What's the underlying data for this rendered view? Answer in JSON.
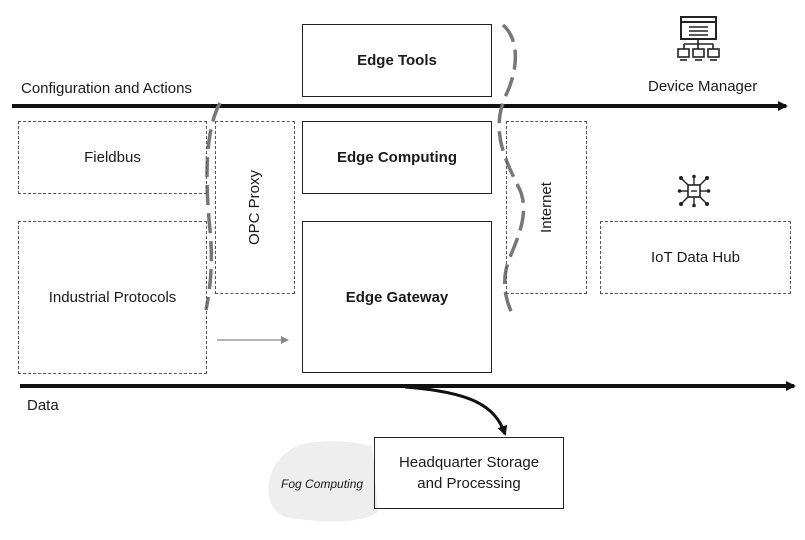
{
  "flows": {
    "config_label": "Configuration and Actions",
    "data_label": "Data"
  },
  "boxes": {
    "edge_tools": "Edge Tools",
    "edge_computing": "Edge Computing",
    "edge_gateway": "Edge Gateway",
    "fieldbus": "Fieldbus",
    "industrial_protocols": "Industrial Protocols",
    "opc_proxy": "OPC Proxy",
    "internet": "Internet",
    "iot_data_hub": "IoT Data Hub",
    "headquarter_line1": "Headquarter Storage",
    "headquarter_line2": "and Processing",
    "fog_computing": "Fog Computing"
  },
  "right_side": {
    "device_manager": "Device Manager"
  },
  "icons": {
    "device_manager": "network-devices-icon",
    "iot_hub": "iot-hub-icon"
  },
  "colors": {
    "line": "#111111",
    "dash": "#777777",
    "fog": "#eeeeee"
  }
}
